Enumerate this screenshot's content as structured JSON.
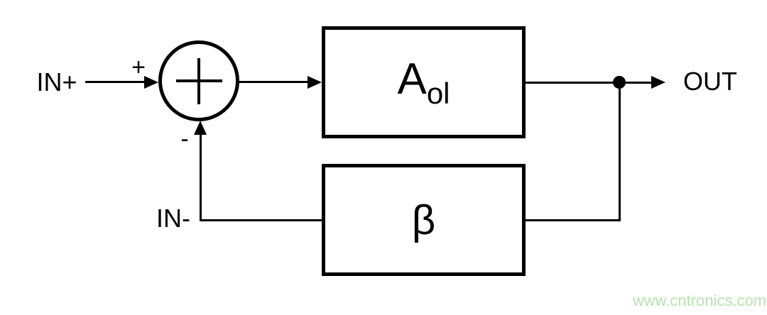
{
  "diagram": {
    "labels": {
      "in_plus": "IN+",
      "plus_sign": "+",
      "minus_sign": "-",
      "in_minus": "IN-",
      "out": "OUT",
      "aol_main": "A",
      "aol_sub": "ol",
      "beta": "β"
    },
    "watermark": "www.cntronics.com",
    "colors": {
      "line": "#000000",
      "background": "#ffffff",
      "watermark": "#b9e3b0"
    }
  }
}
